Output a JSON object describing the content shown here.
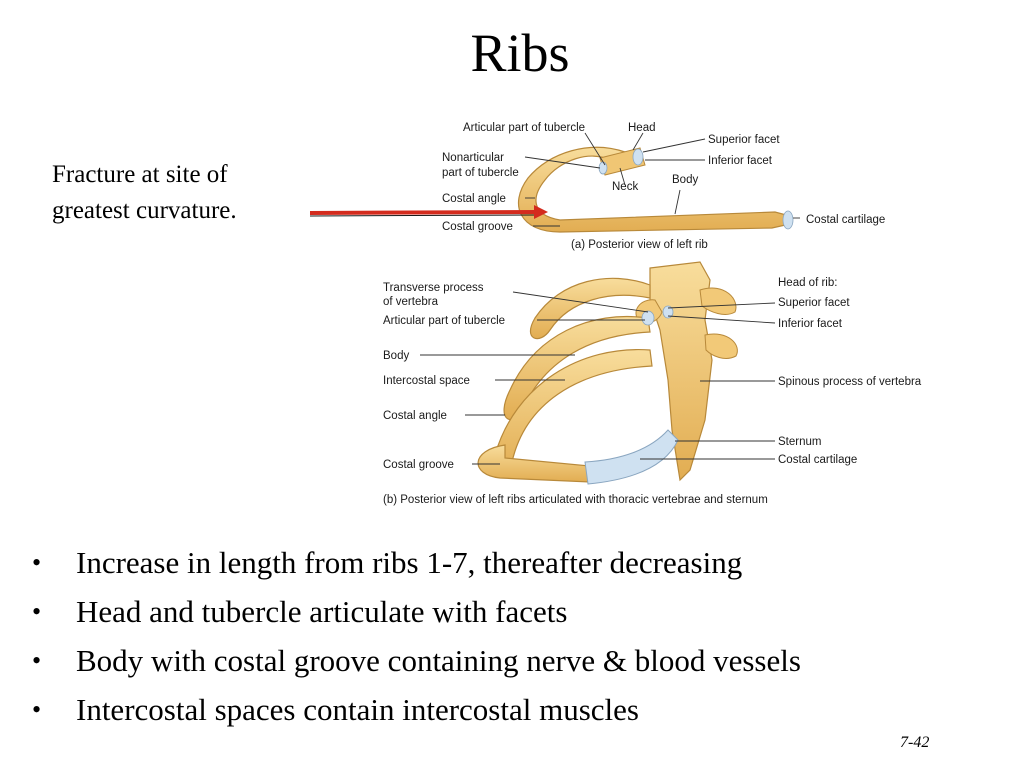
{
  "slide": {
    "title": "Ribs",
    "callout_lines": [
      "Fracture at site of",
      "greatest curvature."
    ],
    "number": "7-42"
  },
  "figure_a": {
    "caption": "(a) Posterior view of left rib",
    "labels": {
      "articular_part_of_tubercle": "Articular part of tubercle",
      "head": "Head",
      "superior_facet": "Superior facet",
      "inferior_facet": "Inferior facet",
      "nonarticular_line1": "Nonarticular",
      "nonarticular_line2": "part of tubercle",
      "neck": "Neck",
      "body": "Body",
      "costal_angle": "Costal angle",
      "costal_cartilage": "Costal cartilage",
      "costal_groove": "Costal groove"
    }
  },
  "figure_b": {
    "caption": "(b) Posterior view of left ribs articulated with thoracic vertebrae and sternum",
    "labels": {
      "transverse_process_line1": "Transverse process",
      "transverse_process_line2": "of vertebra",
      "articular_part_of_tubercle": "Articular part of tubercle",
      "body": "Body",
      "intercostal_space": "Intercostal space",
      "costal_angle": "Costal angle",
      "costal_groove": "Costal groove",
      "head_of_rib": "Head of rib:",
      "superior_facet": "Superior facet",
      "inferior_facet": "Inferior facet",
      "spinous_process": "Spinous process of vertebra",
      "sternum": "Sternum",
      "costal_cartilage": "Costal cartilage"
    }
  },
  "bullets": [
    "Increase in length from ribs 1-7, thereafter decreasing",
    "Head and tubercle articulate with facets",
    "Body with costal groove containing nerve & blood vessels",
    "Intercostal spaces contain intercostal muscles"
  ],
  "colors": {
    "bone_fill": "#f2c978",
    "bone_stroke": "#b8893a",
    "cartilage": "#cfe1f1",
    "arrow": "#d42b1e"
  }
}
